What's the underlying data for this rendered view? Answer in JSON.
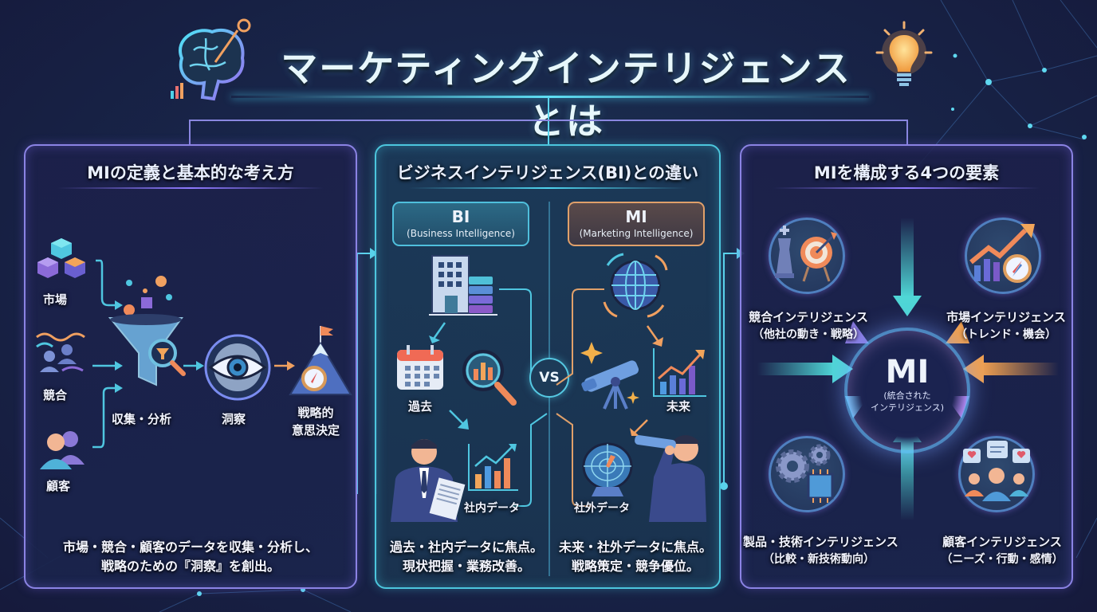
{
  "header": {
    "title": "マーケティングインテリジェンスとは",
    "left_icon": "brain-icon",
    "right_icon": "lightbulb-icon"
  },
  "colors": {
    "background": "#18264a",
    "panel_border_purple": "#8b83e4",
    "panel_border_cyan": "#4cc6dd",
    "accent_cyan": "#5fe0f5",
    "accent_orange": "#e0a06a",
    "accent_purple": "#8f79ff"
  },
  "panel_definition": {
    "title": "MIの定義と基本的な考え方",
    "inputs": [
      {
        "label": "市場",
        "icon": "cubes-icon"
      },
      {
        "label": "競合",
        "icon": "competitor-people-icon"
      },
      {
        "label": "顧客",
        "icon": "customer-people-icon"
      }
    ],
    "steps": [
      {
        "label": "収集・分析",
        "icon": "funnel-magnifier-icon"
      },
      {
        "label": "洞察",
        "icon": "eye-gear-icon"
      },
      {
        "label_line1": "戦略的",
        "label_line2": "意思決定",
        "icon": "mountain-compass-icon"
      }
    ],
    "description_line1": "市場・競合・顧客のデータを収集・分析し、",
    "description_line2": "戦略のための『洞察』を創出。"
  },
  "panel_comparison": {
    "title": "ビジネスインテリジェンス(BI)との違い",
    "vs_label": "VS",
    "bi": {
      "tag": "BI",
      "tag_sub": "(Business Intelligence)",
      "time_label": "過去",
      "data_label": "社内データ",
      "description_line1": "過去・社内データに焦点。",
      "description_line2": "現状把握・業務改善。"
    },
    "mi": {
      "tag": "MI",
      "tag_sub": "(Marketing Intelligence)",
      "time_label": "未来",
      "data_label": "社外データ",
      "description_line1": "未来・社外データに焦点。",
      "description_line2": "戦略策定・競争優位。"
    }
  },
  "panel_elements": {
    "title": "MIを構成する4つの要素",
    "hub": {
      "label": "MI",
      "sub_line1": "(統合された",
      "sub_line2": "インテリジェンス)"
    },
    "elements": [
      {
        "name": "競合インテリジェンス",
        "sub": "（他社の動き・戦略）",
        "icon": "chess-target-icon"
      },
      {
        "name": "市場インテリジェンス",
        "sub": "（トレンド・機会）",
        "icon": "trend-compass-icon"
      },
      {
        "name": "製品・技術インテリジェンス",
        "sub": "（比較・新技術動向）",
        "icon": "gears-chip-icon"
      },
      {
        "name": "顧客インテリジェンス",
        "sub": "（ニーズ・行動・感情）",
        "icon": "customers-chat-icon"
      }
    ]
  }
}
